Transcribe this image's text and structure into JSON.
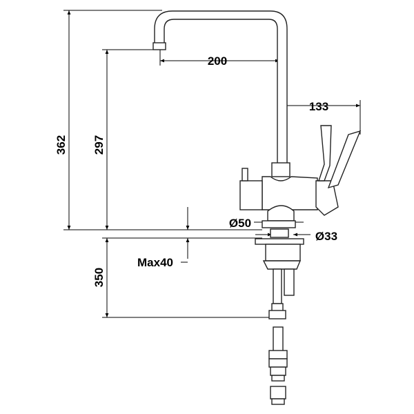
{
  "drawing": {
    "dimensions": {
      "total_height": "362",
      "spout_height": "297",
      "spout_reach": "200",
      "handle_reach": "133",
      "base_diameter": "Ø50",
      "shank_diameter": "Ø33",
      "max_counter_thickness": "Max40",
      "hose_length": "350"
    },
    "colors": {
      "line": "#000000",
      "background": "#ffffff"
    }
  }
}
